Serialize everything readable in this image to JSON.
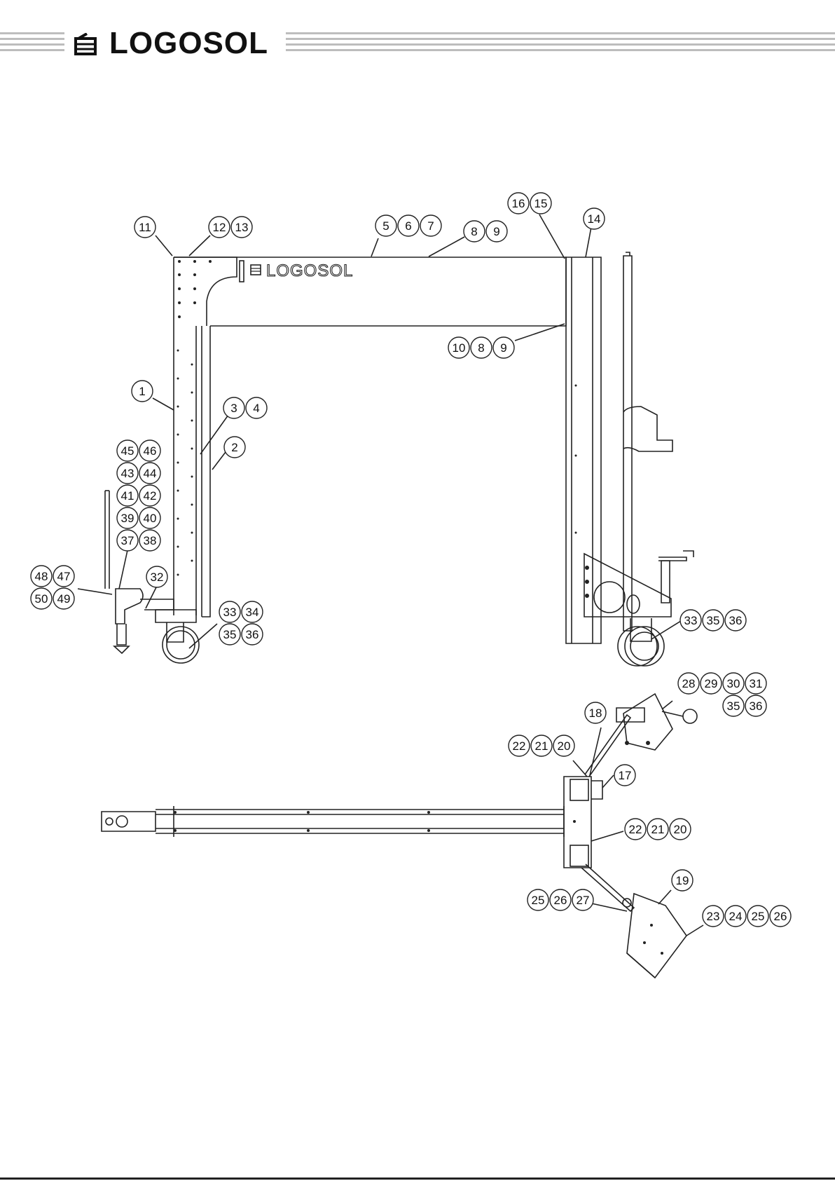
{
  "brand": {
    "logo_text": "LOGOSOL",
    "panel_logo_text": "LOGOSOL"
  },
  "callouts": {
    "c11": "11",
    "c12": "12",
    "c13": "13",
    "c5": "5",
    "c6": "6",
    "c7": "7",
    "c8a": "8",
    "c9a": "9",
    "c16": "16",
    "c15": "15",
    "c14": "14",
    "c10": "10",
    "c8b": "8",
    "c9b": "9",
    "c1": "1",
    "c3": "3",
    "c4": "4",
    "c2": "2",
    "c45": "45",
    "c46": "46",
    "c43": "43",
    "c44": "44",
    "c41": "41",
    "c42": "42",
    "c39": "39",
    "c40": "40",
    "c37": "37",
    "c38": "38",
    "c48": "48",
    "c47": "47",
    "c50": "50",
    "c49": "49",
    "c32": "32",
    "c33a": "33",
    "c34": "34",
    "c35a": "35",
    "c36a": "36",
    "c33b": "33",
    "c35b": "35",
    "c36b": "36",
    "c28": "28",
    "c29": "29",
    "c30": "30",
    "c31": "31",
    "c35c": "35",
    "c36c": "36",
    "c18": "18",
    "c22a": "22",
    "c21a": "21",
    "c20a": "20",
    "c17": "17",
    "c22b": "22",
    "c21b": "21",
    "c20b": "20",
    "c19": "19",
    "c25a": "25",
    "c26a": "26",
    "c27": "27",
    "c23": "23",
    "c24": "24",
    "c25b": "25",
    "c26b": "26"
  }
}
